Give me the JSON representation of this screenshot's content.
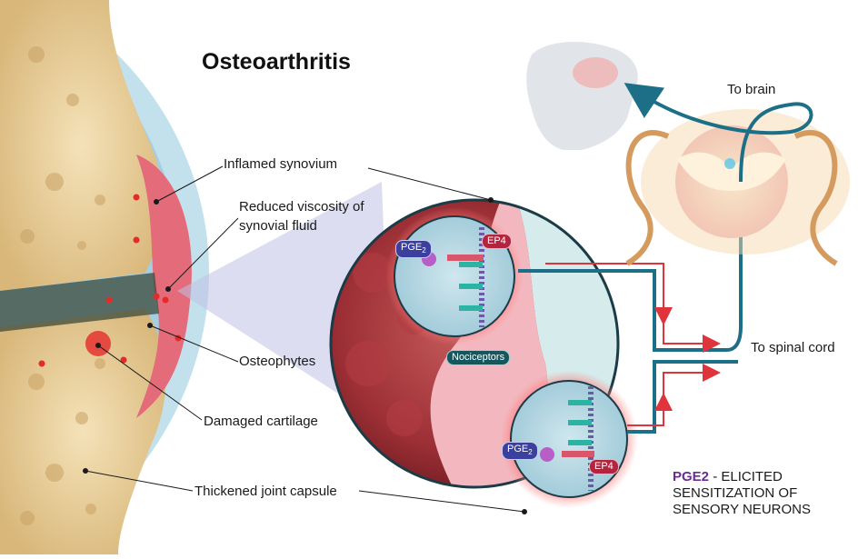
{
  "title": "Osteoarthritis",
  "labels": {
    "inflamed_synovium": "Inflamed synovium",
    "reduced_viscosity_line1": "Reduced viscosity of",
    "reduced_viscosity_line2": "synovial fluid",
    "osteophytes": "Osteophytes",
    "damaged_cartilage": "Damaged cartilage",
    "thickened_joint_capsule": "Thickened joint capsule",
    "to_brain": "To brain",
    "to_spinal_cord": "To spinal cord"
  },
  "pills": {
    "pge_main": "PGE",
    "pge_sub": "2",
    "ep4": "EP4",
    "nociceptors": "Nociceptors"
  },
  "caption": {
    "highlight": "PGE2",
    "line1_rest": " - ELICITED",
    "line2": "SENSITIZATION OF",
    "line3": "SENSORY NEURONS"
  },
  "colors": {
    "synovium_red": "#d8384a",
    "nerve_blue": "#1d6f87",
    "pathway_red": "#e0343d",
    "pge_purple": "#6a2c91",
    "bone_tan": "#e8c98c"
  }
}
